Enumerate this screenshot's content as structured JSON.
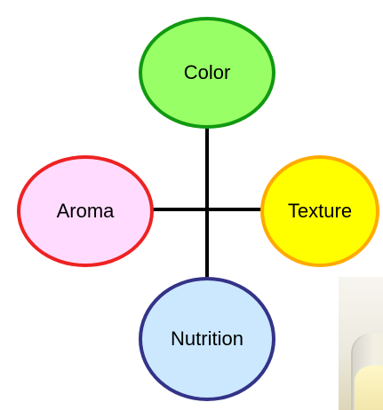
{
  "diagram": {
    "nodes": [
      {
        "id": "color",
        "label": "Color",
        "fill": "#99ff66",
        "stroke": "#119911"
      },
      {
        "id": "aroma",
        "label": "Aroma",
        "fill": "#ffdcff",
        "stroke": "#ee2222"
      },
      {
        "id": "texture",
        "label": "Texture",
        "fill": "#ffff00",
        "stroke": "#ffaa00"
      },
      {
        "id": "nutrition",
        "label": "Nutrition",
        "fill": "#cce8ff",
        "stroke": "#333388"
      }
    ],
    "connector_color": "#000000"
  }
}
